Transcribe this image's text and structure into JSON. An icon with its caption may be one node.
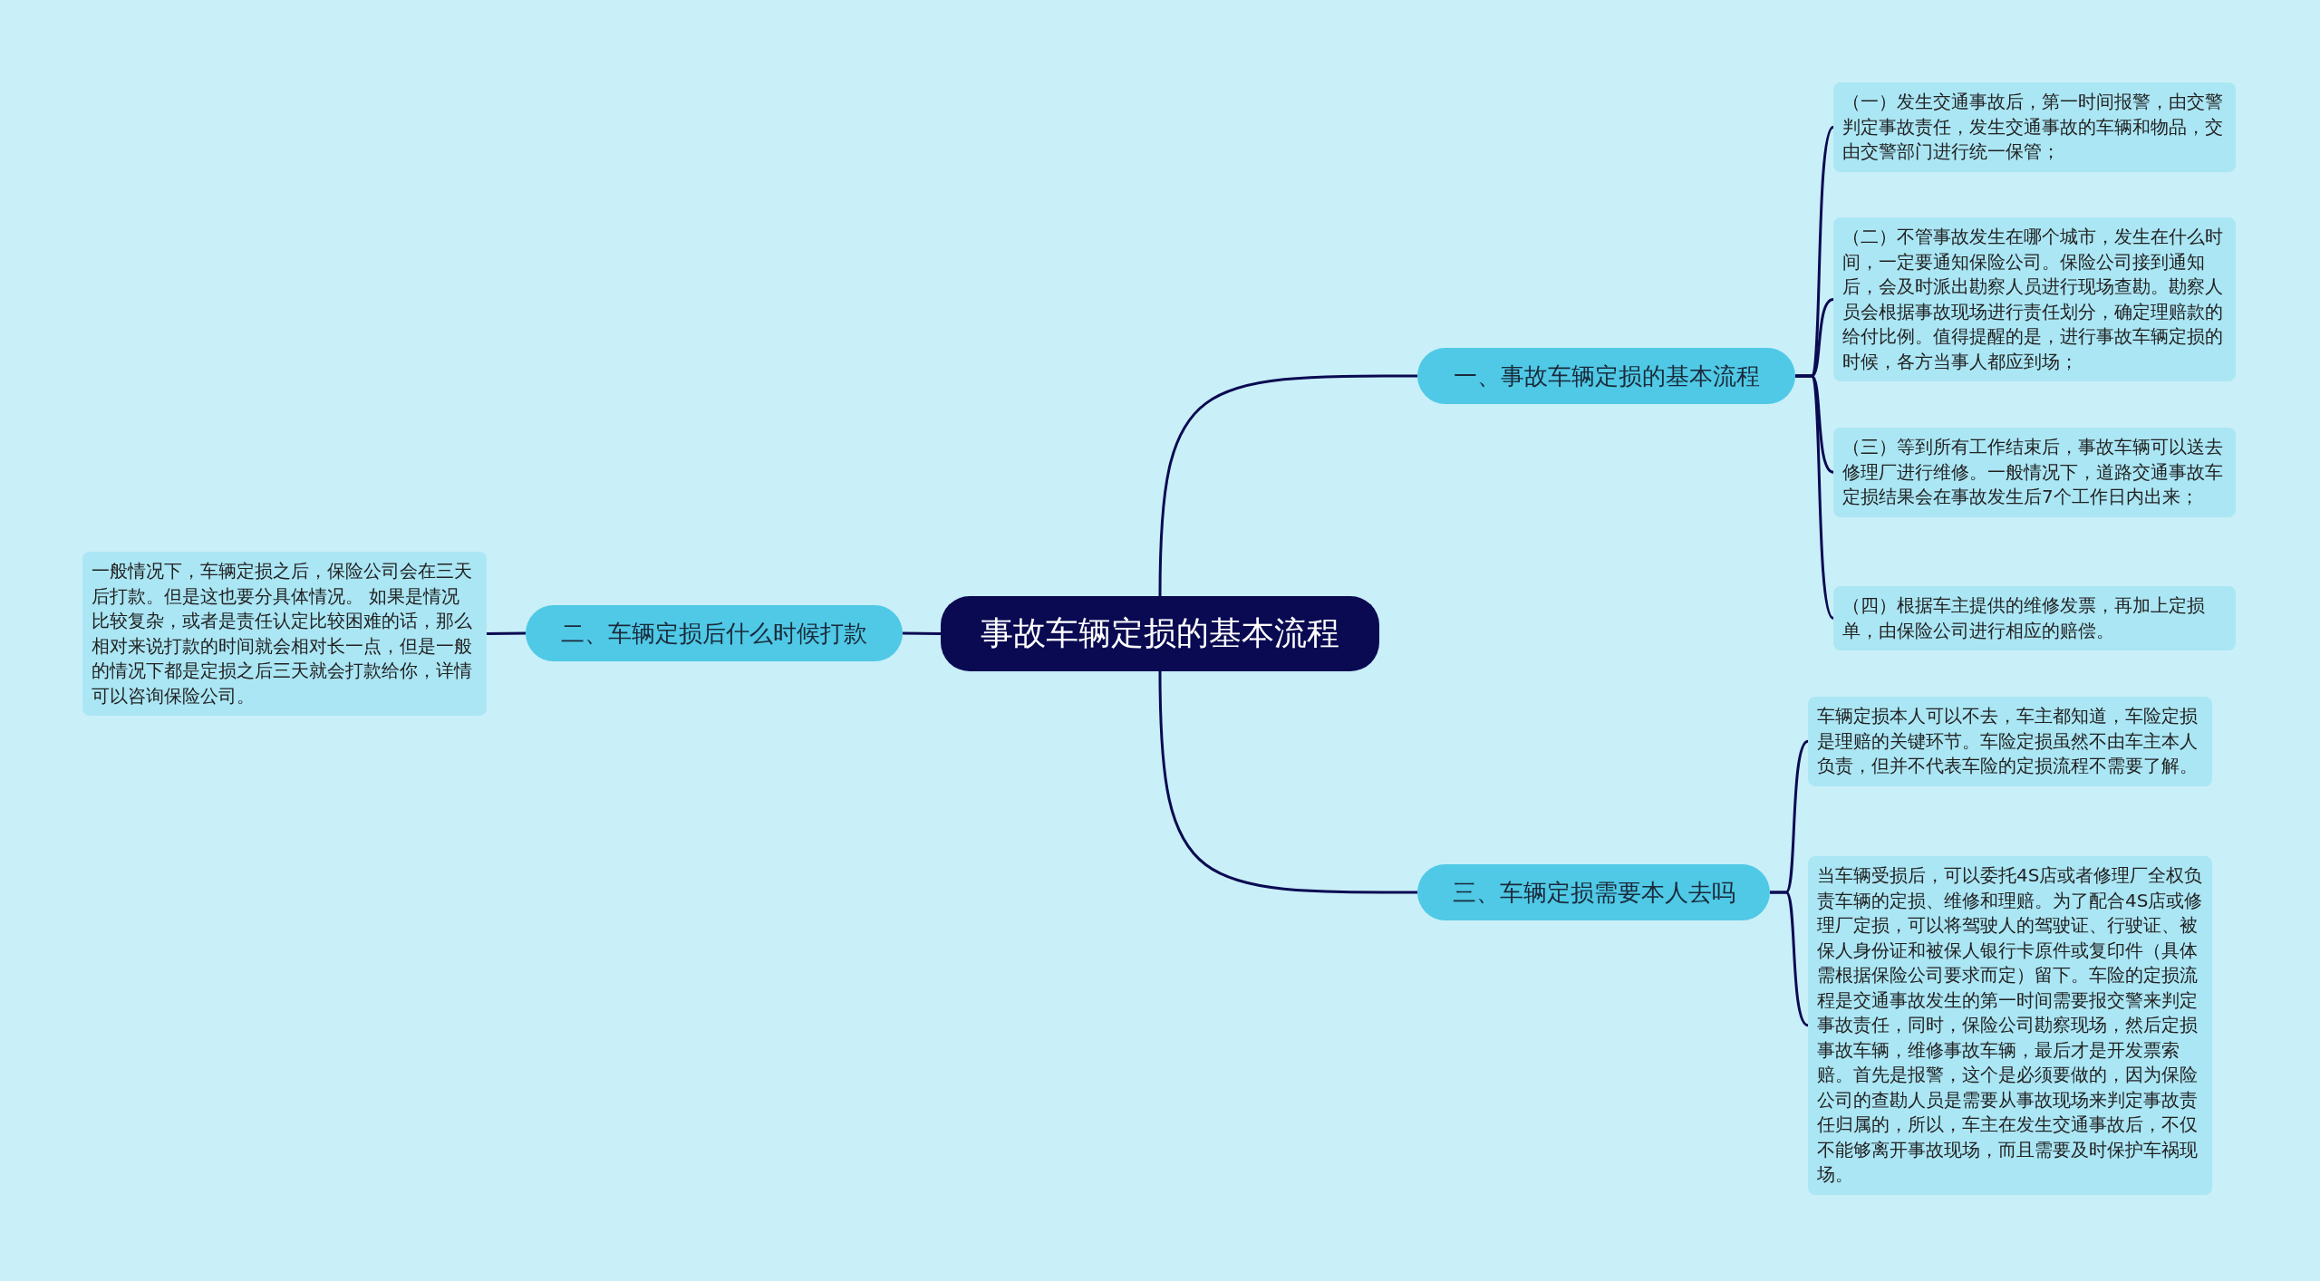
{
  "diagram": {
    "nodes": [
      {
        "text": [
          "事故车辆定损的基本流程"
        ]
      },
      {
        "text": [
          "一、事故车辆定损的基本流程"
        ]
      },
      {
        "text": [
          "（一）发生交通事故后，第一时间报警，由交警判定事故责任，发生交通事故的车辆和物品，交由交警部门进行统一保管；"
        ]
      },
      {
        "text": [
          "（二）不管事故发生在哪个城市，发生在什么时间，一定要通知保险公司。保险公司接到通知后，会及时派出勘察人员进行现场查勘。勘察人员会根据事故现场进行责任划分，确定理赔款的给付比例。值得提醒的是，进行事故车辆定损的时候，各方当事人都应到场；"
        ]
      },
      {
        "text": [
          "（三）等到所有工作结束后，事故车辆可以送去修理厂进行维修。一般情况下，道路交通事故车定损结果会在事故发生后7个工作日内出来；"
        ]
      },
      {
        "text": [
          "（四）根据车主提供的维修发票，再加上定损单，由保险公司进行相应的赔偿。"
        ]
      },
      {
        "text": [
          "二、车辆定损后什么时候打款"
        ]
      },
      {
        "text": [
          "一般情况下，车辆定损之后，保险公司会在三天后打款。但是这也要分具体情况。 如果是情况比较复杂，或者是责任认定比较困难的话，那么相对来说打款的时间就会相对长一点，但是一般的情况下都是定损之后三天就会打款给你，详情可以咨询保险公司。"
        ]
      },
      {
        "text": [
          "三、车辆定损需要本人去吗"
        ]
      },
      {
        "text": [
          "车辆定损本人可以不去，车主都知道，车险定损是理赔的关键环节。车险定损虽然不由车主本人负责，但并不代表车险的定损流程不需要了解。"
        ]
      },
      {
        "text": [
          "当车辆受损后，可以委托4S店或者修理厂全权负责车辆的定损、维修和理赔。为了配合4S店或修理厂定损，可以将驾驶人的驾驶证、行驶证、被保人身份证和被保人银行卡原件或复印件（具体需根据保险公司要求而定）留下。车险的定损流程是交通事故发生的第一时间需要报交警来判定事故责任，同时，保险公司勘察现场，然后定损事故车辆，维修事故车辆，最后才是开发票索赔。首先是报警，这个是必须要做的，因为保险公司的查勘人员是需要从事故现场来判定事故责任归属的，所以，车主在发生交通事故后，不仅不能够离开事故现场，而且需要及时保护车祸现场。"
        ]
      }
    ],
    "edges": [
      {
        "from": 0,
        "to": 1,
        "arrow": "none"
      },
      {
        "from": 1,
        "to": 2,
        "arrow": "none"
      },
      {
        "from": 1,
        "to": 3,
        "arrow": "none"
      },
      {
        "from": 1,
        "to": 4,
        "arrow": "none"
      },
      {
        "from": 1,
        "to": 5,
        "arrow": "none"
      },
      {
        "from": 0,
        "to": 6,
        "arrow": "none"
      },
      {
        "from": 6,
        "to": 7,
        "arrow": "none"
      },
      {
        "from": 0,
        "to": 8,
        "arrow": "none"
      },
      {
        "from": 8,
        "to": 9,
        "arrow": "none"
      },
      {
        "from": 8,
        "to": 10,
        "arrow": "none"
      }
    ]
  }
}
